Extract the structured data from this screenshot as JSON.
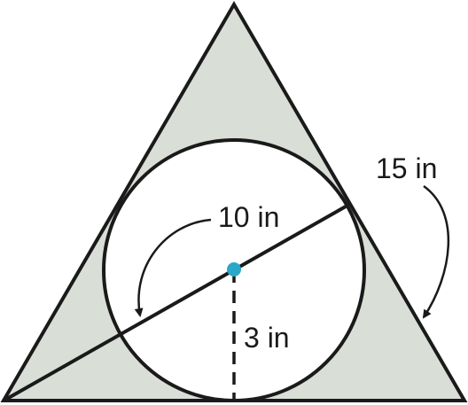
{
  "diagram": {
    "side_label": "15 in",
    "segment_label": "10 in",
    "radius_label": "3 in",
    "colors": {
      "triangle_fill": "#d9ded7",
      "circle_fill": "#ffffff",
      "stroke": "#1a1a1a",
      "center_dot": "#29a8c9"
    }
  }
}
